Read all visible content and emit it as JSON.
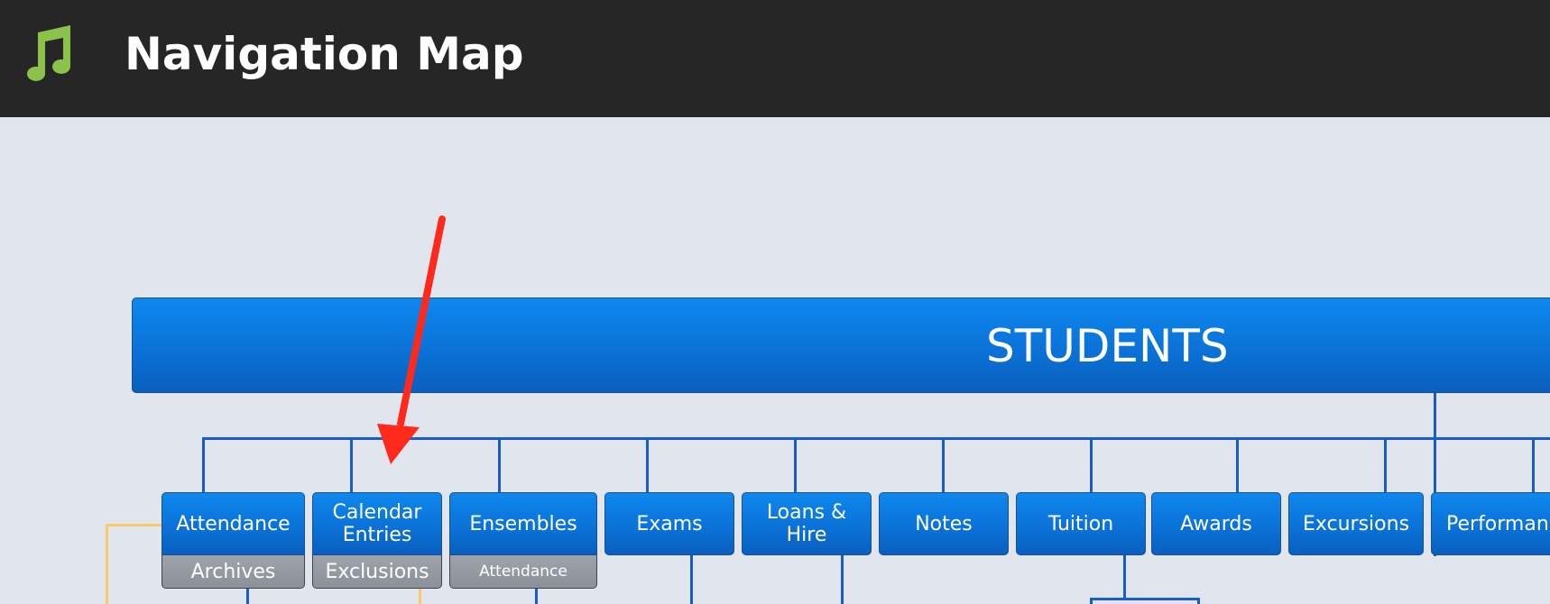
{
  "header": {
    "title": "Navigation Map",
    "icon": "music-note-icon",
    "icon_color": "#8bc34a"
  },
  "map": {
    "root": {
      "label": "STUDENTS"
    },
    "nodes": [
      {
        "label": "Attendance",
        "sub": "Archives"
      },
      {
        "label": "Calendar Entries",
        "sub": "Exclusions"
      },
      {
        "label": "Ensembles",
        "sub": "Attendance"
      },
      {
        "label": "Exams"
      },
      {
        "label": "Loans & Hire"
      },
      {
        "label": "Notes"
      },
      {
        "label": "Tuition"
      },
      {
        "label": "Awards"
      },
      {
        "label": "Excursions"
      },
      {
        "label": "Performan"
      }
    ],
    "colors": {
      "node": "#0b74da",
      "sub": "#8f939c",
      "connector": "#1a5dc8",
      "secondary_connector": "#f6cc68",
      "annotation_arrow": "#ff2a1c"
    }
  }
}
